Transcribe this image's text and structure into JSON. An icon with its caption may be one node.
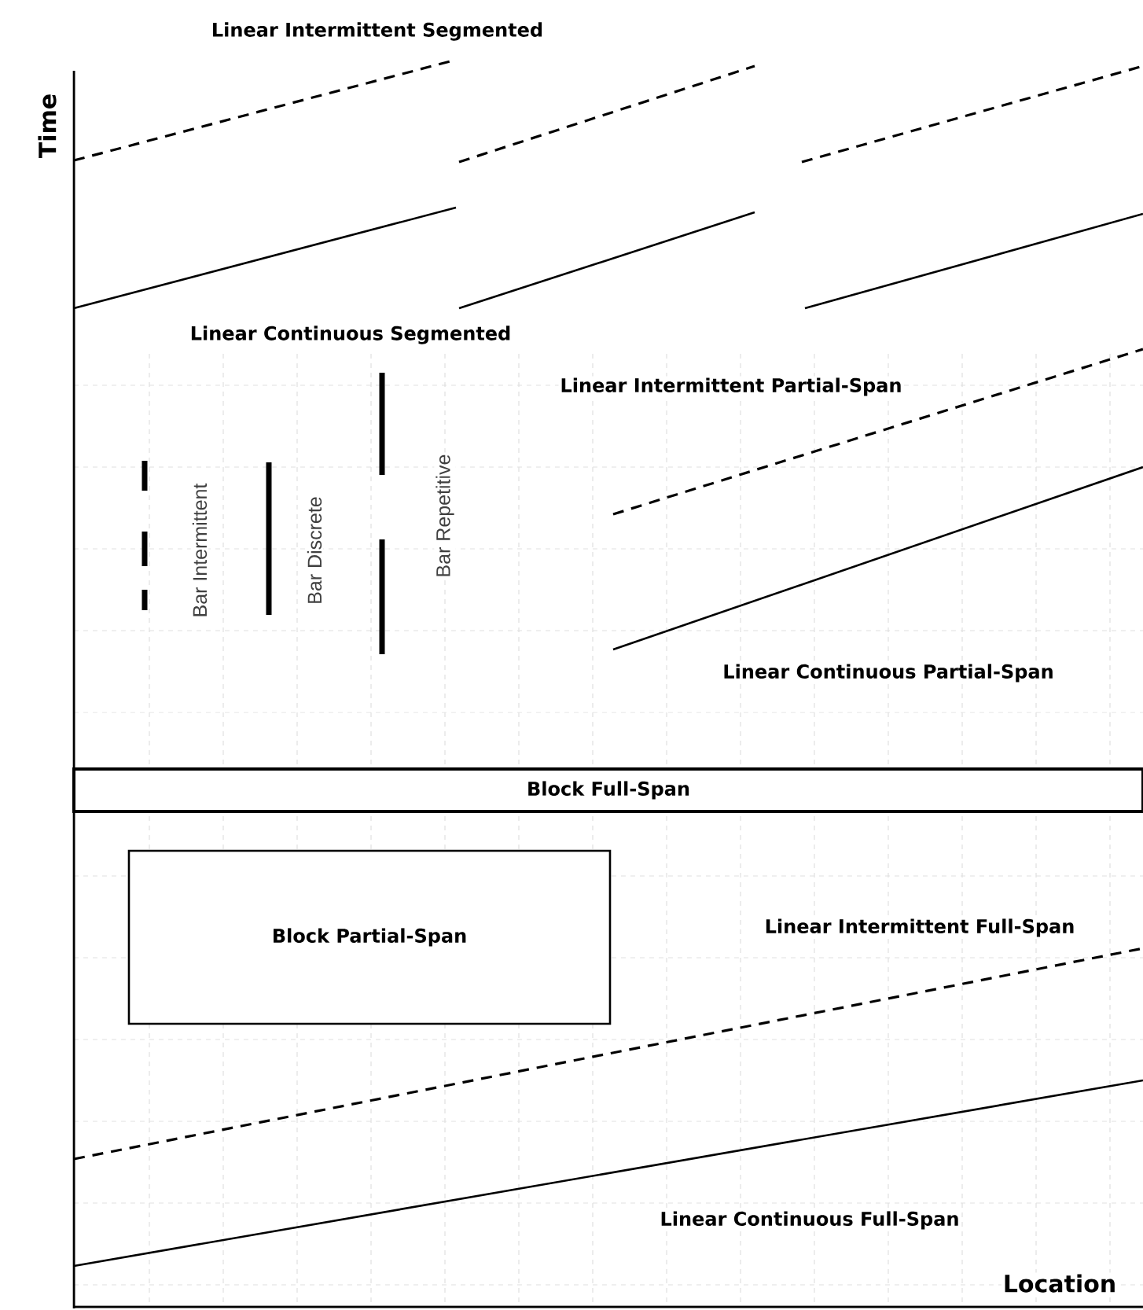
{
  "diagram": {
    "nodes": [
      {
        "text": [
          "Block Full-Span"
        ]
      },
      {
        "text": [
          "Block Partial-Span"
        ]
      }
    ],
    "labels": [
      "Linear Intermittent Segmented",
      "Time",
      "Linear Continuous Segmented",
      "Linear Intermittent Partial-Span",
      "Bar Intermittent",
      "Bar Discrete",
      "Bar Repetitive",
      "Linear Continuous Partial-Span",
      "Linear Intermittent Full-Span",
      "Linear Continuous Full-Span",
      "Location"
    ]
  }
}
